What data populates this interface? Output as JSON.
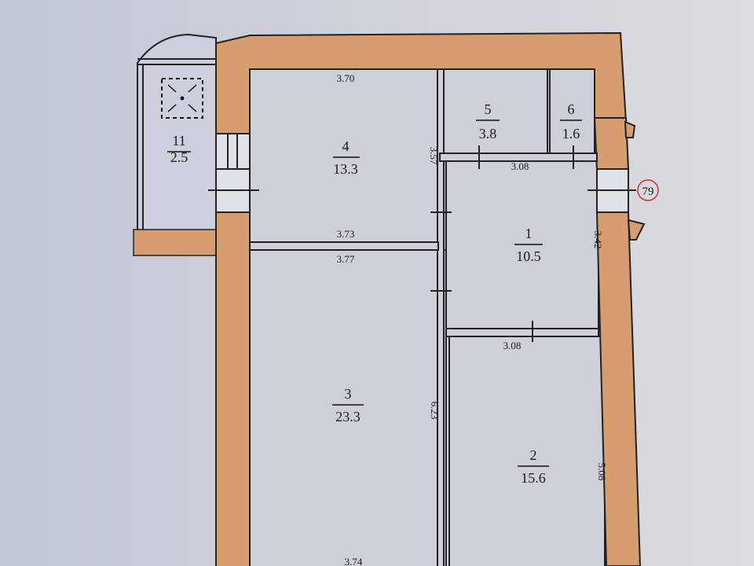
{
  "rooms": [
    {
      "id": "1",
      "number": "1",
      "area": "10.5"
    },
    {
      "id": "2",
      "number": "2",
      "area": "15.6"
    },
    {
      "id": "3",
      "number": "3",
      "area": "23.3"
    },
    {
      "id": "4",
      "number": "4",
      "area": "13.3"
    },
    {
      "id": "5",
      "number": "5",
      "area": "3.8"
    },
    {
      "id": "6",
      "number": "6",
      "area": "1.6"
    },
    {
      "id": "balcony",
      "number": "11",
      "area": "2.5"
    }
  ],
  "dimensions": {
    "room4_top": "3.70",
    "room4_bottom": "3.73",
    "room3_top": "3.77",
    "room4_side": "3.57",
    "room1_top": "3.08",
    "room2_top": "3.08",
    "room1_side": "3.42",
    "room3_side": "6.23",
    "room2_side": "5.08",
    "room3_bottom": "3.74"
  },
  "marker": "79",
  "colors": {
    "wall": "#d69d6e",
    "floor": "#cdcfd9",
    "background": "#d3d5de",
    "line": "#222222",
    "marker": "#c0392b"
  }
}
